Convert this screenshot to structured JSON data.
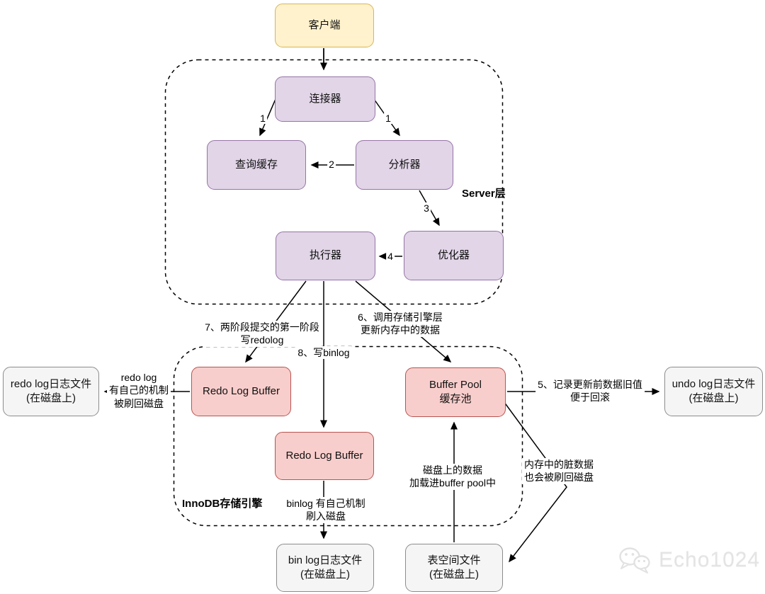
{
  "nodes": {
    "client": "客户端",
    "connector": "连接器",
    "query_cache": "查询缓存",
    "analyzer": "分析器",
    "executor": "执行器",
    "optimizer": "优化器",
    "redo_log_buffer": "Redo Log Buffer",
    "buffer_pool": {
      "line1": "Buffer Pool",
      "line2": "缓存池"
    },
    "redo_log_buffer_center": "Redo Log Buffer",
    "redo_log_file": {
      "line1": "redo log日志文件",
      "line2": "(在磁盘上)"
    },
    "undo_log_file": {
      "line1": "undo log日志文件",
      "line2": "(在磁盘上)"
    },
    "bin_log_file": {
      "line1": "bin log日志文件",
      "line2": "(在磁盘上)"
    },
    "tablespace_file": {
      "line1": "表空间文件",
      "line2": "(在磁盘上)"
    }
  },
  "regions": {
    "server_layer": "Server层",
    "innodb": "InnoDB存储引擎"
  },
  "edges": {
    "n1_left": "1",
    "n1_right": "1",
    "n2": "2",
    "n3": "3",
    "n4": "4",
    "step5": {
      "line1": "5、记录更新前数据旧值",
      "line2": "便于回滚"
    },
    "step6": {
      "line1": "6、调用存储引擎层",
      "line2": "更新内存中的数据"
    },
    "step7": {
      "line1": "7、两阶段提交的第一阶段",
      "line2": "写redolog"
    },
    "step8": "8、写binlog",
    "redo_flush": {
      "line1": "redo log",
      "line2": "有自己的机制",
      "line3": "被刷回磁盘"
    },
    "binlog_flush": {
      "line1": "binlog 有自己机制",
      "line2": "刷入磁盘"
    },
    "disk_load": {
      "line1": "磁盘上的数据",
      "line2": "加载进buffer pool中"
    },
    "dirty_flush": {
      "line1": "内存中的脏数据",
      "line2": "也会被刷回磁盘"
    }
  },
  "watermark": {
    "icon": "wechat-icon",
    "text": "Echo1024"
  },
  "colors": {
    "client_fill": "#FFF2CC",
    "client_stroke": "#D6B656",
    "server_node_fill": "#E1D5E7",
    "server_node_stroke": "#9673A6",
    "memory_node_fill": "#F8CECC",
    "memory_node_stroke": "#B85450",
    "disk_node_fill": "#F5F5F5",
    "disk_node_stroke": "#8C8C8C",
    "line": "#000000",
    "watermark_gray": "#E4E4E4"
  }
}
